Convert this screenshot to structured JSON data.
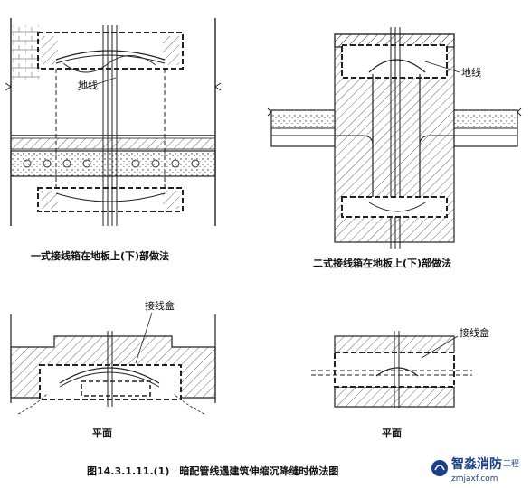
{
  "panels": {
    "top_left": {
      "caption": "一式接线箱在地板上(下)部做法",
      "label_ground_wire": "地线"
    },
    "top_right": {
      "caption": "二式接线箱在地板上(下)部做法",
      "label_ground_wire": "地线"
    },
    "bottom_left": {
      "caption": "平面",
      "label_junction_box": "接线盒"
    },
    "bottom_right": {
      "caption": "平面",
      "label_junction_box": "接线盒"
    }
  },
  "figure_title": "图14.3.1.11.(1)　暗配管线遇建筑伸缩沉降缝时做法图",
  "watermark": {
    "name": "智淼消防",
    "suffix": "工程",
    "url": "zmjaxf.com"
  },
  "colors": {
    "line": "#222222",
    "watermark": "#1a3f86"
  }
}
